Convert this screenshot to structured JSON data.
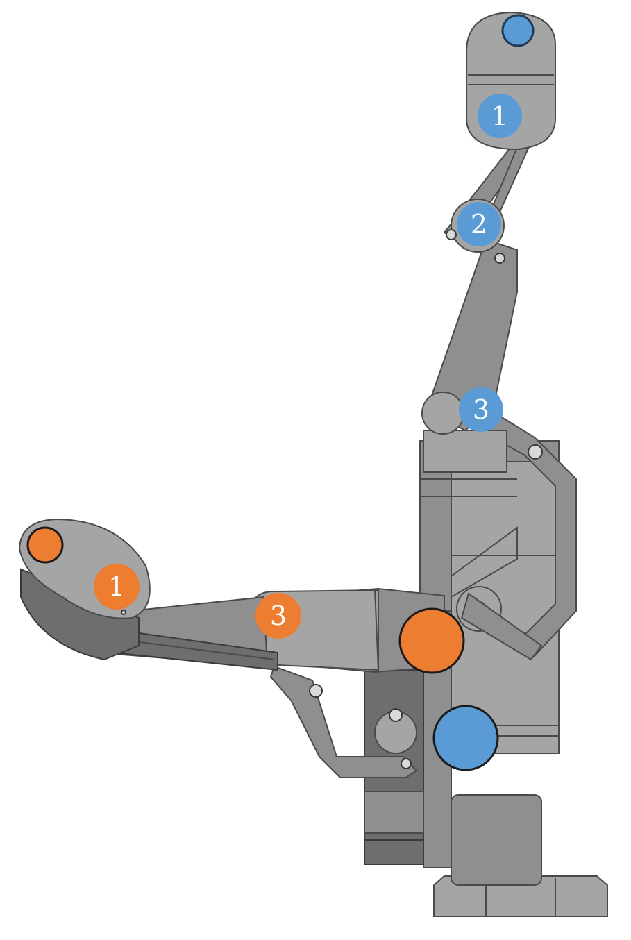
{
  "diagram": {
    "colors": {
      "blue_joint": "#5b9bd5",
      "orange_joint": "#ed7d31",
      "metal": "#8f8f8f",
      "metal_light": "#a5a5a5",
      "metal_dark": "#6e6e6e",
      "outline": "#4a4a4a"
    },
    "blue_finger": {
      "labels": [
        "1",
        "2",
        "3"
      ]
    },
    "orange_finger": {
      "labels": [
        "1",
        "3"
      ]
    }
  }
}
